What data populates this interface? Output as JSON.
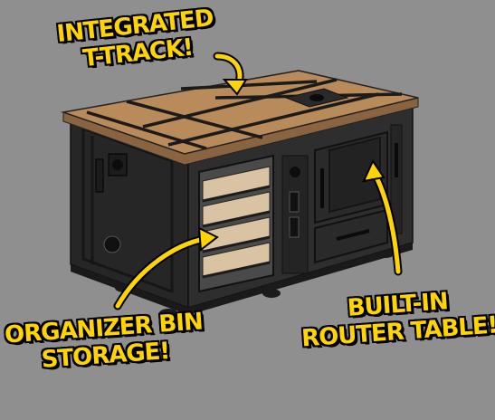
{
  "callouts": {
    "t_track": {
      "line1": "INTEGRATED",
      "line2": "T-TRACK!"
    },
    "router": {
      "line1": "BUILT-IN",
      "line2": "ROUTER TABLE!"
    },
    "storage": {
      "line1": "ORGANIZER BIN",
      "line2": "STORAGE!"
    }
  },
  "colors": {
    "background": "#8f8f8f",
    "cabinet": "#2b2b2b",
    "top": "#b98a5a",
    "bins": "#d9c3a2",
    "callout": "#ffd400"
  }
}
